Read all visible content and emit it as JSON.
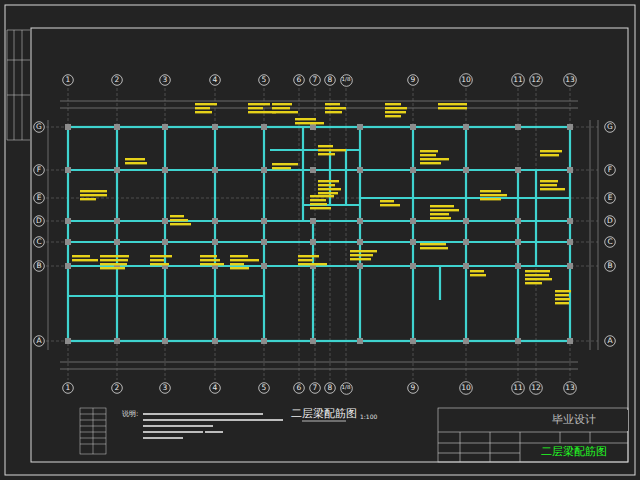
{
  "diagram": {
    "title": "二层梁配筋图",
    "nodes": [
      {
        "text": [
          "1"
        ]
      },
      {
        "text": [
          "2"
        ]
      },
      {
        "text": [
          "3"
        ]
      },
      {
        "text": [
          "4"
        ]
      },
      {
        "text": [
          "5"
        ]
      },
      {
        "text": [
          "6"
        ]
      },
      {
        "text": [
          "7"
        ]
      },
      {
        "text": [
          "8"
        ]
      },
      {
        "text": [
          "1/8"
        ]
      },
      {
        "text": [
          "9"
        ]
      },
      {
        "text": [
          "10"
        ]
      },
      {
        "text": [
          "11"
        ]
      },
      {
        "text": [
          "12"
        ]
      },
      {
        "text": [
          "13"
        ]
      },
      {
        "text": [
          "G"
        ]
      },
      {
        "text": [
          "F"
        ]
      },
      {
        "text": [
          "E"
        ]
      },
      {
        "text": [
          "D"
        ]
      },
      {
        "text": [
          "C"
        ]
      },
      {
        "text": [
          "B"
        ]
      },
      {
        "text": [
          "A"
        ]
      },
      {
        "text": [
          "G"
        ]
      },
      {
        "text": [
          "F"
        ]
      },
      {
        "text": [
          "E"
        ]
      },
      {
        "text": [
          "D"
        ]
      },
      {
        "text": [
          "C"
        ]
      },
      {
        "text": [
          "B"
        ]
      },
      {
        "text": [
          "A"
        ]
      },
      {
        "text": [
          "1"
        ]
      },
      {
        "text": [
          "2"
        ]
      },
      {
        "text": [
          "3"
        ]
      },
      {
        "text": [
          "4"
        ]
      },
      {
        "text": [
          "5"
        ]
      },
      {
        "text": [
          "6"
        ]
      },
      {
        "text": [
          "7"
        ]
      },
      {
        "text": [
          "8"
        ]
      },
      {
        "text": [
          "1/8"
        ]
      },
      {
        "text": [
          "9"
        ]
      },
      {
        "text": [
          "10"
        ]
      },
      {
        "text": [
          "11"
        ]
      },
      {
        "text": [
          "12"
        ]
      },
      {
        "text": [
          "13"
        ]
      },
      {
        "text": [
          "毕业设计"
        ]
      },
      {
        "text": [
          "二层梁配筋图"
        ]
      }
    ],
    "labels": [
      "1:100",
      "说明:"
    ]
  }
}
